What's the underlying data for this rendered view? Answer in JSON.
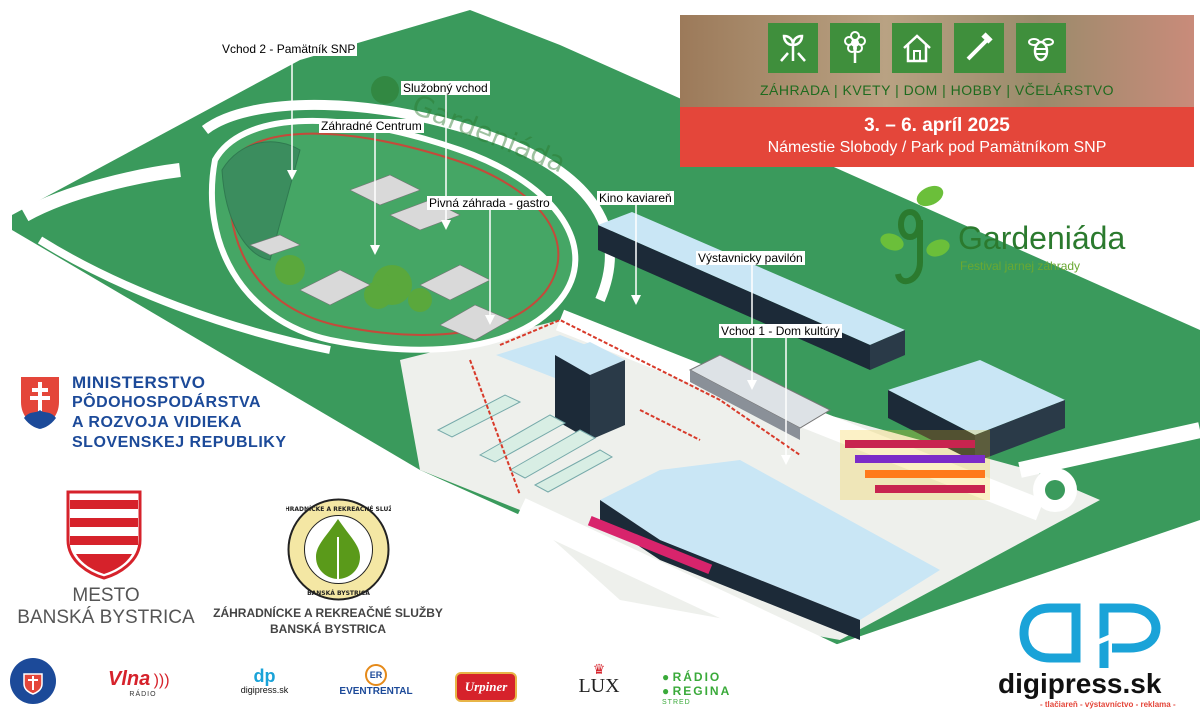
{
  "banner": {
    "categories": "ZÁHRADA | KVETY | DOM | HOBBY | VČELÁRSTVO",
    "dates": "3. – 6. apríl 2025",
    "venue": "Námestie Slobody / Park pod Pamätníkom SNP",
    "icons": [
      "plant-tools-icon",
      "flower-icon",
      "house-icon",
      "hammer-wrench-icon",
      "bee-icon"
    ]
  },
  "festival_logo": {
    "name": "Gardeniáda",
    "tagline": "Festival jarnej záhrady",
    "map_watermark": "Gardeniáda"
  },
  "labels": {
    "vchod2": "Vchod 2 - Pamätník SNP",
    "sluzobny": "Služobný vchod",
    "zahradne": "Záhradné Centrum",
    "pivna": "Pivná záhrada - gastro",
    "kino": "Kino kaviareň",
    "pavilon": "Výstavnicky pavilón",
    "vchod1": "Vchod 1 - Dom kultúry"
  },
  "ministry": {
    "line1": "MINISTERSTVO",
    "line2": "PÔDOHOSPODÁRSTVA",
    "line3": "A ROZVOJA VIDIEKA",
    "line4": "SLOVENSKEJ REPUBLIKY"
  },
  "mesto": {
    "line1": "MESTO",
    "line2": "BANSKÁ BYSTRICA"
  },
  "zrs": {
    "line1": "ZÁHRADNÍCKE A REKREAČNÉ SLUŽBY",
    "line2": "BANSKÁ BYSTRICA",
    "seal_top": "ZÁHRADNÍCKE A REKREAČNÉ SLUŽBY",
    "seal_bottom": "BANSKÁ BYSTRICA"
  },
  "sponsors": {
    "vlna": "Vlna",
    "vlna_sub": "RÁDIO",
    "digipress_small": "digipress.sk",
    "eventrental": "EVENTRENTAL",
    "urpiner": "Urpiner",
    "lux": "LUX",
    "radio_line1": "RÁDIO",
    "radio_line2": "REGINA",
    "radio_stred": "STRED"
  },
  "digipress": {
    "name": "digipress.sk",
    "tagline": "- tlačiareň - výstavníctvo - reklama -"
  },
  "colors": {
    "green": "#3a9a5c",
    "dark_green": "#2b7a2e",
    "red": "#e4463a",
    "blue": "#1c4a99",
    "building": "#c9e6f5"
  }
}
